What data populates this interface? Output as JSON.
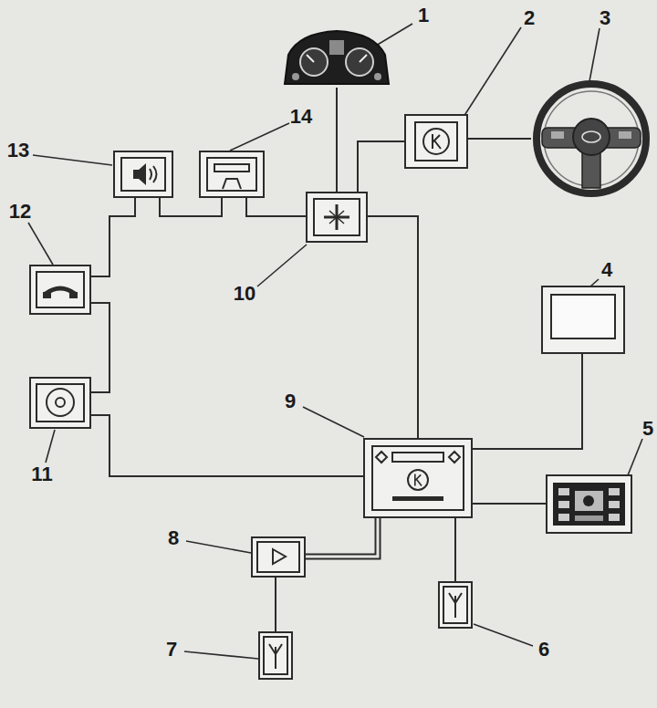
{
  "diagram": {
    "nodes": [
      {
        "text": [
          "1"
        ]
      },
      {
        "text": [
          "2"
        ]
      },
      {
        "text": [
          "3"
        ]
      },
      {
        "text": [
          "13"
        ]
      },
      {
        "text": [
          "14"
        ]
      },
      {
        "text": [
          "10"
        ]
      },
      {
        "text": [
          "12"
        ]
      },
      {
        "text": [
          "4"
        ]
      },
      {
        "text": [
          "11"
        ]
      },
      {
        "text": [
          "9"
        ]
      },
      {
        "text": [
          "5"
        ]
      },
      {
        "text": [
          "8"
        ]
      },
      {
        "text": [
          "6"
        ]
      },
      {
        "text": [
          "7"
        ]
      }
    ],
    "edges": [
      {
        "from": 0,
        "to": 5,
        "arrow": "none"
      },
      {
        "from": 5,
        "to": 1,
        "arrow": "none"
      },
      {
        "from": 1,
        "to": 2,
        "arrow": "none"
      },
      {
        "from": 5,
        "to": 4,
        "arrow": "none"
      },
      {
        "from": 4,
        "to": 3,
        "arrow": "none"
      },
      {
        "from": 3,
        "to": 6,
        "arrow": "none"
      },
      {
        "from": 6,
        "to": 8,
        "arrow": "none"
      },
      {
        "from": 8,
        "to": 9,
        "arrow": "none"
      },
      {
        "from": 9,
        "to": 5,
        "arrow": "none"
      },
      {
        "from": 9,
        "to": 7,
        "arrow": "none"
      },
      {
        "from": 9,
        "to": 10,
        "arrow": "none"
      },
      {
        "from": 9,
        "to": 12,
        "arrow": "none"
      },
      {
        "from": 9,
        "to": 11,
        "arrow": "none"
      },
      {
        "from": 11,
        "to": 13,
        "arrow": "none"
      }
    ]
  }
}
